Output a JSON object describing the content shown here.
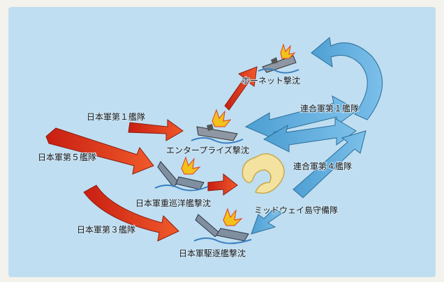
{
  "labels": {
    "hornet": "ホーネット撃沈",
    "fleet1_jp": "日本軍第１艦隊",
    "enterprise": "エンタープライズ撃沈",
    "fleet5_jp": "日本軍第５艦隊",
    "cruiser": "日本軍重巡洋艦撃沈",
    "fleet3_jp": "日本軍第３艦隊",
    "destroyer": "日本軍駆逐艦撃沈",
    "us_fleet1": "連合軍第１艦隊",
    "us_fleet4": "連合軍第４艦隊",
    "midway": "ミッドウェイ島守備隊"
  },
  "colors": {
    "sea": "#bfdef1",
    "red_arrow": "#e23a1f",
    "blue_arrow": "#5aa8d8",
    "island": "#f4e2a0"
  }
}
